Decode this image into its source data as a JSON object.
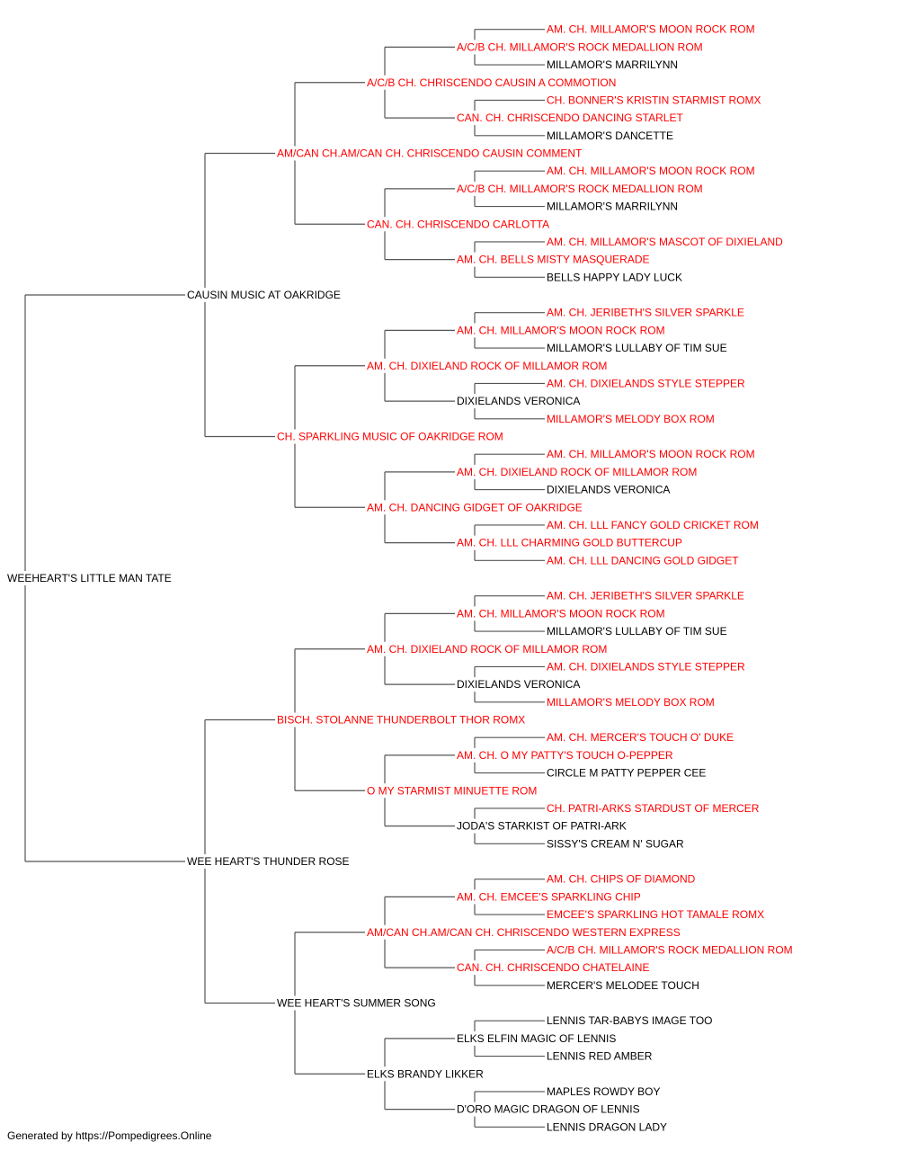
{
  "colors": {
    "titled": "#ff0000",
    "plain": "#000000",
    "line": "#555555"
  },
  "footer": "Generated by https://Pompedigrees.Online",
  "pedigree": {
    "name": "WEEHEART'S LITTLE MAN TATE",
    "titled": false,
    "sire": {
      "name": "CAUSIN MUSIC AT OAKRIDGE",
      "titled": false,
      "sire": {
        "name": "AM/CAN CH.AM/CAN CH. CHRISCENDO CAUSIN COMMENT",
        "titled": true,
        "sire": {
          "name": "A/C/B CH. CHRISCENDO CAUSIN A COMMOTION",
          "titled": true,
          "sire": {
            "name": "A/C/B CH. MILLAMOR'S ROCK MEDALLION ROM",
            "titled": true,
            "sire": {
              "name": "AM. CH. MILLAMOR'S MOON ROCK ROM",
              "titled": true
            },
            "dam": {
              "name": "MILLAMOR'S MARRILYNN",
              "titled": false
            }
          },
          "dam": {
            "name": "CAN. CH. CHRISCENDO DANCING STARLET",
            "titled": true,
            "sire": {
              "name": "CH. BONNER'S KRISTIN STARMIST ROMX",
              "titled": true
            },
            "dam": {
              "name": "MILLAMOR'S DANCETTE",
              "titled": false
            }
          }
        },
        "dam": {
          "name": "CAN. CH. CHRISCENDO CARLOTTA",
          "titled": true,
          "sire": {
            "name": "A/C/B CH. MILLAMOR'S ROCK MEDALLION ROM",
            "titled": true,
            "sire": {
              "name": "AM. CH. MILLAMOR'S MOON ROCK ROM",
              "titled": true
            },
            "dam": {
              "name": "MILLAMOR'S MARRILYNN",
              "titled": false
            }
          },
          "dam": {
            "name": "AM. CH. BELLS MISTY MASQUERADE",
            "titled": true,
            "sire": {
              "name": "AM. CH. MILLAMOR'S MASCOT OF DIXIELAND",
              "titled": true
            },
            "dam": {
              "name": "BELLS HAPPY LADY LUCK",
              "titled": false
            }
          }
        }
      },
      "dam": {
        "name": "CH. SPARKLING MUSIC OF OAKRIDGE ROM",
        "titled": true,
        "sire": {
          "name": "AM. CH. DIXIELAND ROCK OF MILLAMOR ROM",
          "titled": true,
          "sire": {
            "name": "AM. CH. MILLAMOR'S MOON ROCK ROM",
            "titled": true,
            "sire": {
              "name": "AM. CH. JERIBETH'S SILVER SPARKLE",
              "titled": true
            },
            "dam": {
              "name": "MILLAMOR'S LULLABY OF TIM SUE",
              "titled": false
            }
          },
          "dam": {
            "name": "DIXIELANDS VERONICA",
            "titled": false,
            "sire": {
              "name": "AM. CH. DIXIELANDS STYLE STEPPER",
              "titled": true
            },
            "dam": {
              "name": "MILLAMOR'S MELODY BOX ROM",
              "titled": true
            }
          }
        },
        "dam": {
          "name": "AM. CH. DANCING GIDGET OF OAKRIDGE",
          "titled": true,
          "sire": {
            "name": "AM. CH. DIXIELAND ROCK OF MILLAMOR ROM",
            "titled": true,
            "sire": {
              "name": "AM. CH. MILLAMOR'S MOON ROCK ROM",
              "titled": true
            },
            "dam": {
              "name": "DIXIELANDS VERONICA",
              "titled": false
            }
          },
          "dam": {
            "name": "AM. CH. LLL CHARMING GOLD BUTTERCUP",
            "titled": true,
            "sire": {
              "name": "AM. CH. LLL FANCY GOLD CRICKET ROM",
              "titled": true
            },
            "dam": {
              "name": "AM. CH. LLL DANCING GOLD GIDGET",
              "titled": true
            }
          }
        }
      }
    },
    "dam": {
      "name": "WEE HEART'S THUNDER ROSE",
      "titled": false,
      "sire": {
        "name": "BISCH. STOLANNE THUNDERBOLT THOR ROMX",
        "titled": true,
        "sire": {
          "name": "AM. CH. DIXIELAND ROCK OF MILLAMOR ROM",
          "titled": true,
          "sire": {
            "name": "AM. CH. MILLAMOR'S MOON ROCK ROM",
            "titled": true,
            "sire": {
              "name": "AM. CH. JERIBETH'S SILVER SPARKLE",
              "titled": true
            },
            "dam": {
              "name": "MILLAMOR'S LULLABY OF TIM SUE",
              "titled": false
            }
          },
          "dam": {
            "name": "DIXIELANDS VERONICA",
            "titled": false,
            "sire": {
              "name": "AM. CH. DIXIELANDS STYLE STEPPER",
              "titled": true
            },
            "dam": {
              "name": "MILLAMOR'S MELODY BOX ROM",
              "titled": true
            }
          }
        },
        "dam": {
          "name": "O MY STARMIST MINUETTE ROM",
          "titled": true,
          "sire": {
            "name": "AM. CH. O MY PATTY'S TOUCH O-PEPPER",
            "titled": true,
            "sire": {
              "name": "AM. CH. MERCER'S TOUCH O' DUKE",
              "titled": true
            },
            "dam": {
              "name": "CIRCLE M PATTY PEPPER CEE",
              "titled": false
            }
          },
          "dam": {
            "name": "JODA'S STARKIST OF PATRI-ARK",
            "titled": false,
            "sire": {
              "name": "CH. PATRI-ARKS STARDUST OF MERCER",
              "titled": true
            },
            "dam": {
              "name": "SISSY'S CREAM N' SUGAR",
              "titled": false
            }
          }
        }
      },
      "dam": {
        "name": "WEE HEART'S SUMMER SONG",
        "titled": false,
        "sire": {
          "name": "AM/CAN CH.AM/CAN CH. CHRISCENDO WESTERN EXPRESS",
          "titled": true,
          "sire": {
            "name": "AM. CH. EMCEE'S SPARKLING CHIP",
            "titled": true,
            "sire": {
              "name": "AM. CH. CHIPS OF DIAMOND",
              "titled": true
            },
            "dam": {
              "name": "EMCEE'S SPARKLING HOT TAMALE ROMX",
              "titled": true
            }
          },
          "dam": {
            "name": "CAN. CH. CHRISCENDO CHATELAINE",
            "titled": true,
            "sire": {
              "name": "A/C/B CH. MILLAMOR'S ROCK MEDALLION ROM",
              "titled": true
            },
            "dam": {
              "name": "MERCER'S MELODEE TOUCH",
              "titled": false
            }
          }
        },
        "dam": {
          "name": "ELKS BRANDY LIKKER",
          "titled": false,
          "sire": {
            "name": "ELKS ELFIN MAGIC OF LENNIS",
            "titled": false,
            "sire": {
              "name": "LENNIS TAR-BABYS IMAGE TOO",
              "titled": false
            },
            "dam": {
              "name": "LENNIS RED AMBER",
              "titled": false
            }
          },
          "dam": {
            "name": "D'ORO MAGIC DRAGON OF LENNIS",
            "titled": false,
            "sire": {
              "name": "MAPLES ROWDY BOY",
              "titled": false
            },
            "dam": {
              "name": "LENNIS DRAGON LADY",
              "titled": false
            }
          }
        }
      }
    }
  }
}
